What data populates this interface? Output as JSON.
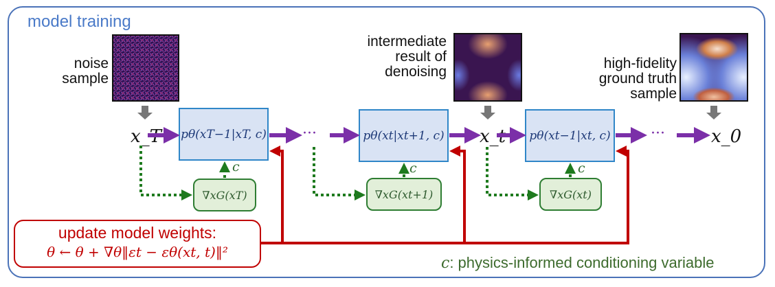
{
  "title": "model training",
  "images": [
    {
      "label": "noise sample",
      "lines": [
        "noise",
        "sample"
      ]
    },
    {
      "label": "intermediate result of denoising",
      "lines": [
        "intermediate",
        "result of",
        "denoising"
      ]
    },
    {
      "label": "high-fidelity ground truth sample",
      "lines": [
        "high-fidelity",
        "ground truth",
        "sample"
      ]
    }
  ],
  "variables": {
    "xT": "x_T",
    "xt": "x_t",
    "x0": "x_0"
  },
  "boxes": [
    {
      "formula": "pθ(xT−1|xT, c)"
    },
    {
      "formula": "pθ(xt|xt+1, c)"
    },
    {
      "formula": "pθ(xt−1|xt, c)"
    }
  ],
  "gradient_boxes": [
    {
      "formula": "∇xG(xT)"
    },
    {
      "formula": "∇xG(xt+1)"
    },
    {
      "formula": "∇xG(xt)"
    }
  ],
  "condition_label": "c",
  "ellipsis": "···",
  "update": {
    "line1": "update model weights:",
    "line2": "θ ← θ + ∇θ‖εt − εθ(xt, t)‖²"
  },
  "legend": {
    "symbol": "c",
    "text": ": physics-informed conditioning variable"
  },
  "colors": {
    "frame": "#4a72b8",
    "flow": "#7b2fa8",
    "update": "#c00000",
    "condition": "#1e7a1e",
    "input": "#777777"
  }
}
